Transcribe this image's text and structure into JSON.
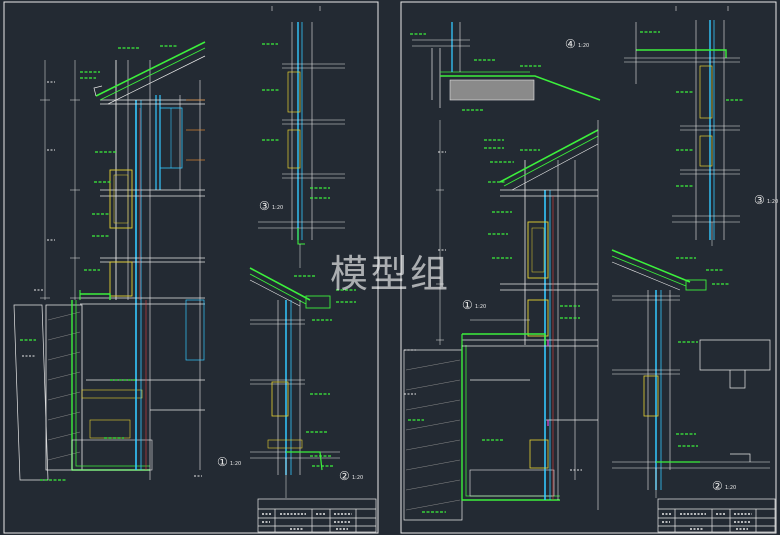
{
  "watermark": {
    "text": "模型组"
  },
  "sheets": [
    {
      "id": "left",
      "details": [
        {
          "label": "①",
          "scale": "1:20"
        },
        {
          "label": "②",
          "scale": "1:20"
        },
        {
          "label": "③",
          "scale": "1:20"
        }
      ]
    },
    {
      "id": "right",
      "details": [
        {
          "label": "①",
          "scale": "1:20"
        },
        {
          "label": "②",
          "scale": "1:20"
        },
        {
          "label": "③",
          "scale": "1:20"
        },
        {
          "label": "④",
          "scale": "1:20"
        }
      ]
    }
  ],
  "colors": {
    "background": "#232a33",
    "frame": "#e8e8e8",
    "wall": "#33c8ff",
    "green": "#3cf03c",
    "yellow": "#e6d232",
    "white": "#f2f2f2",
    "magenta": "#e050e0",
    "red": "#e04040",
    "orange": "#d08030"
  }
}
